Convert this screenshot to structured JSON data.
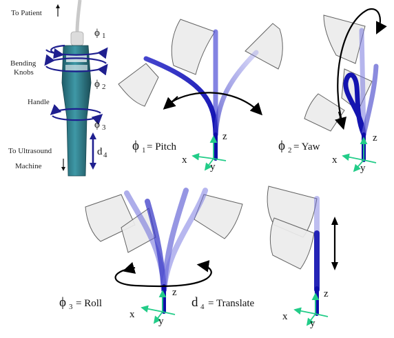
{
  "probe_panel": {
    "to_patient": "To Patient",
    "phi1": "ϕ",
    "phi1_sub": "1",
    "bending_knobs_line1": "Bending",
    "bending_knobs_line2": "Knobs",
    "phi2": "ϕ",
    "phi2_sub": "2",
    "handle": "Handle",
    "phi3": "ϕ",
    "phi3_sub": "3",
    "to_ultrasound_line1": "To Ultrasound",
    "to_ultrasound_line2": "Machine",
    "d4": "d",
    "d4_sub": "4"
  },
  "pitch_panel": {
    "phi": "ϕ",
    "sub": "1",
    "caption": "= Pitch",
    "z": "z",
    "x": "x",
    "y": "y"
  },
  "yaw_panel": {
    "phi": "ϕ",
    "sub": "2",
    "caption": "= Yaw",
    "z": "z",
    "x": "x",
    "y": "y"
  },
  "roll_panel": {
    "phi": "ϕ",
    "sub": "3",
    "caption": "= Roll",
    "z": "z",
    "x": "x",
    "y": "y"
  },
  "translate_panel": {
    "d": "d",
    "sub": "4",
    "caption": "= Translate",
    "z": "z",
    "x": "x",
    "y": "y"
  },
  "colors": {
    "probe_blue": "#1a1aa8",
    "knob_arrow": "#1f1f8f",
    "axis_green": "#22cc88",
    "probe_body": "#2f7f8c"
  }
}
